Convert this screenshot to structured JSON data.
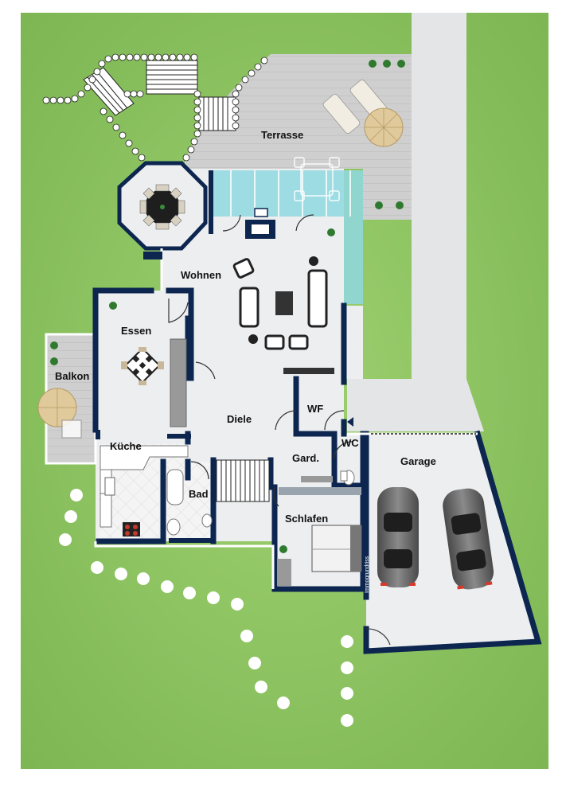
{
  "rooms": {
    "terrasse": "Terrasse",
    "wohnen": "Wohnen",
    "essen": "Essen",
    "balkon": "Balkon",
    "diele": "Diele",
    "wf": "WF",
    "wc": "WC",
    "kueche": "Küche",
    "gard": "Gard.",
    "garage": "Garage",
    "bad": "Bad",
    "schlafen": "Schlafen"
  },
  "watermark": "Immogrundriss",
  "colors": {
    "lawn": "#86c25a",
    "floor": "#eceef0",
    "wall": "#0d2650",
    "deck": "#c8c8c8",
    "glass": "#8fd8e0",
    "road": "#e3e5e7"
  }
}
